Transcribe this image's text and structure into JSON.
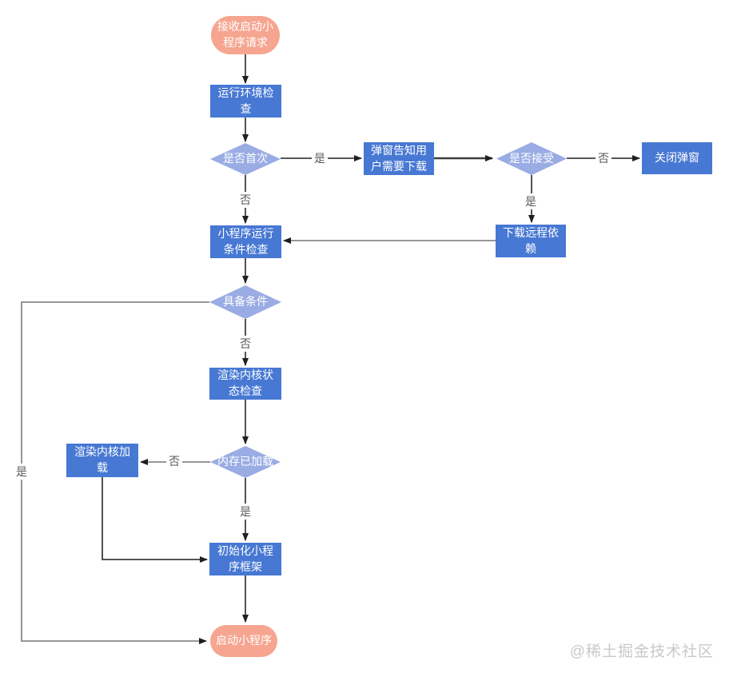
{
  "watermark": "@稀土掘金技术社区",
  "colors": {
    "process": "#4778D3",
    "decision": "#9AACE4",
    "terminal": "#F6A590",
    "line_dark": "#3f3f3f",
    "line_gray": "#8a8a8a",
    "edge_label": "#595959"
  },
  "chart_type": "flowchart",
  "nodes": {
    "start": "接收启动小程序请求",
    "env_check": "运行环境检查",
    "is_first": "是否首次",
    "popup_notify": "弹窗告知用户需要下载",
    "is_accept": "是否接受",
    "close_popup": "关闭弹窗",
    "download_deps": "下载远程依赖",
    "run_cond_check": "小程序运行条件检查",
    "has_cond": "具备条件",
    "kernel_state_check": "渲染内核状态检查",
    "mem_loaded": "内存已加载",
    "kernel_load": "渲染内核加载",
    "init_framework": "初始化小程序框架",
    "launch": "启动小程序"
  },
  "edge_labels": {
    "first_yes": "是",
    "first_no": "否",
    "accept_no": "否",
    "accept_yes": "是",
    "cond_no": "否",
    "cond_yes": "是",
    "mem_no": "否",
    "mem_yes": "是"
  }
}
